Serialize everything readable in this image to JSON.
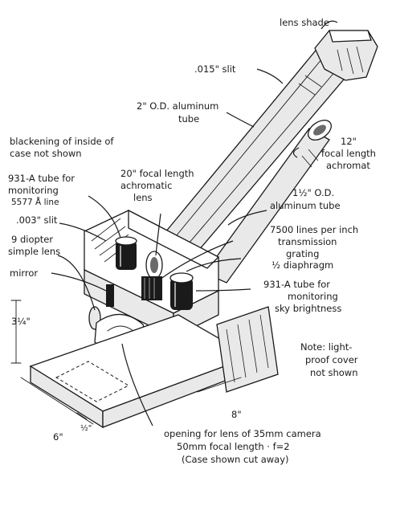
{
  "labels": {
    "lens_shade": "lens shade",
    "slit_015": ".015\" slit",
    "tube_2in_line1": "2\" O.D. aluminum",
    "tube_2in_line2": "tube",
    "blackening_line1": "blackening of inside of",
    "blackening_line2": "case not shown",
    "achromat_line1": "12\"",
    "achromat_line2": "focal length",
    "achromat_line3": "achromat",
    "tube931_mon_line1": "931-A tube for",
    "tube931_mon_line2": "monitoring",
    "tube931_mon_line3": "5577 Å line",
    "achromatic_line1": "20\" focal length",
    "achromatic_line2": "achromatic",
    "achromatic_line3": "lens",
    "tube_half_line1": "1½\" O.D.",
    "tube_half_line2": "aluminum tube",
    "slit_003": ".003\" slit",
    "grating_line1": "7500 lines per inch",
    "grating_line2": "transmission",
    "grating_line3": "grating",
    "diaphragm": "½ diaphragm",
    "diopter_line1": "9 diopter",
    "diopter_line2": "simple lens",
    "mirror": "mirror",
    "tube931_sky_line1": "931-A tube for",
    "tube931_sky_line2": "monitoring",
    "tube931_sky_line3": "sky brightness",
    "note_line1": "Note: light-",
    "note_line2": "proof cover",
    "note_line3": "not shown",
    "opening_line1": "opening for lens of 35mm camera",
    "opening_line2": "50mm focal length · f=2",
    "opening_line3": "(Case shown cut away)"
  },
  "dimensions": {
    "height": "3¼\"",
    "width": "6\"",
    "depth": "8\"",
    "half": "½\""
  }
}
